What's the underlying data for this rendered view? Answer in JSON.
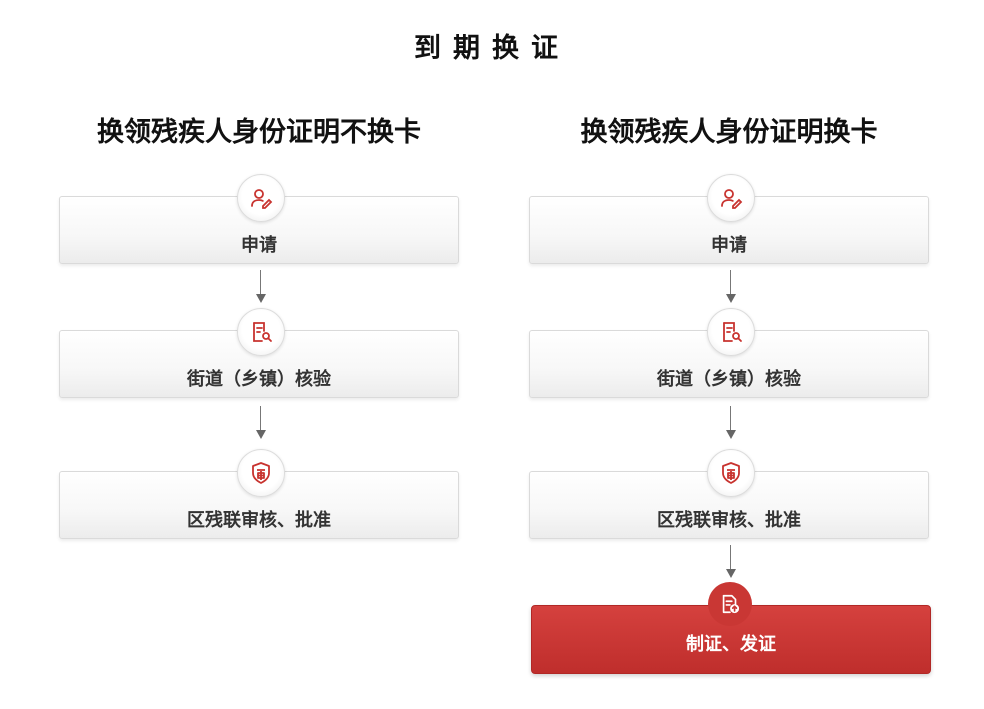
{
  "page_title": "到期换证",
  "columns": [
    {
      "title": "换领残疾人身份证明不换卡",
      "steps": [
        {
          "label": "申请",
          "icon": "user-edit-icon"
        },
        {
          "label": "街道（乡镇）核验",
          "icon": "document-search-icon"
        },
        {
          "label": "区残联审核、批准",
          "icon": "shield-approve-icon"
        }
      ]
    },
    {
      "title": "换领残疾人身份证明换卡",
      "steps": [
        {
          "label": "申请",
          "icon": "user-edit-icon"
        },
        {
          "label": "街道（乡镇）核验",
          "icon": "document-search-icon"
        },
        {
          "label": "区残联审核、批准",
          "icon": "shield-approve-icon"
        },
        {
          "label": "制证、发证",
          "icon": "document-upload-icon"
        }
      ]
    }
  ],
  "colors": {
    "accent": "#c8332f",
    "box_border": "#dadada",
    "arrow": "#666666"
  }
}
